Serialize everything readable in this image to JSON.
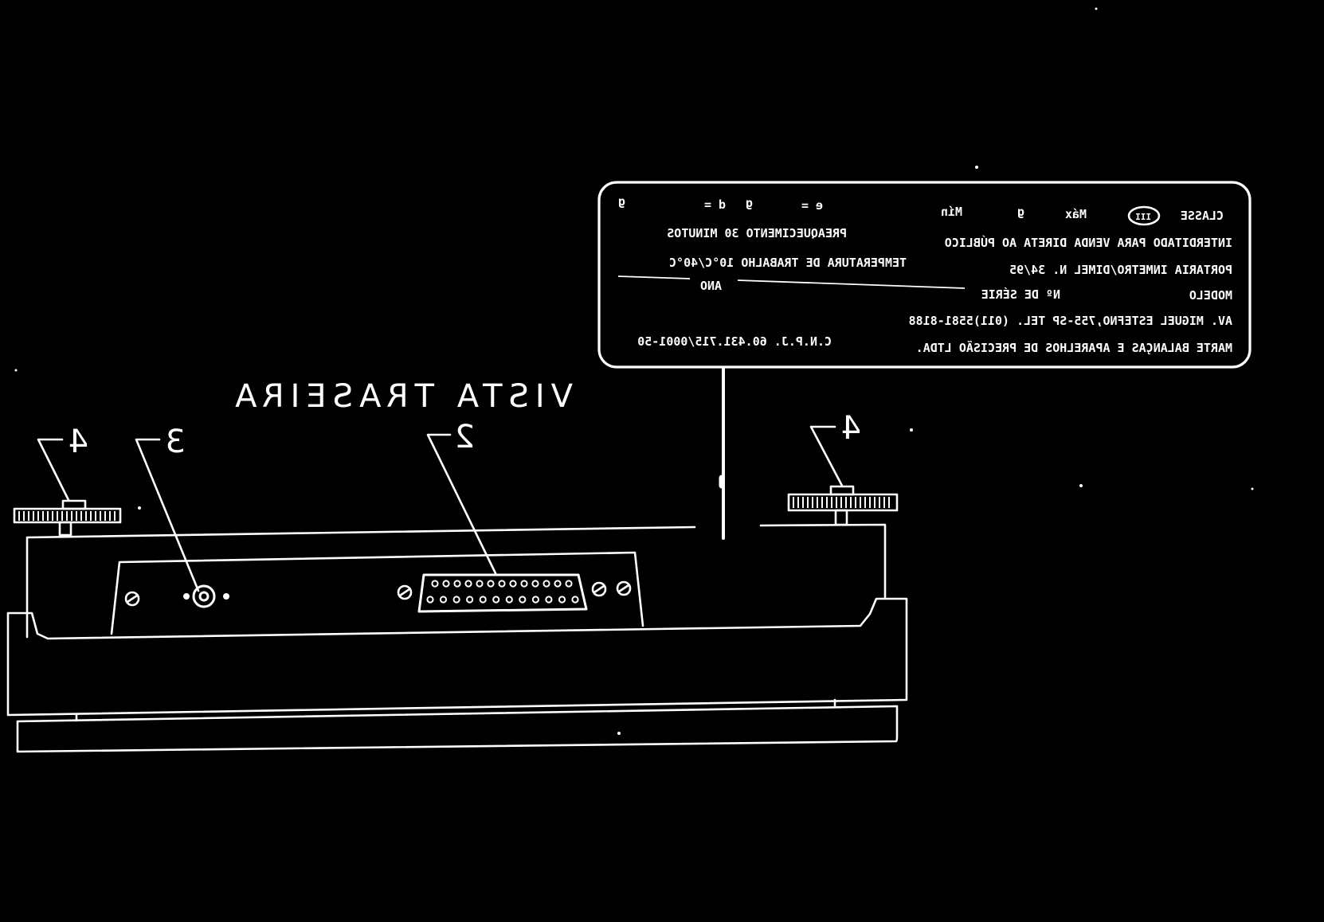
{
  "title": "VISTA TRASEIRA",
  "callouts": {
    "c4_left": "4",
    "c3": "3",
    "c2": "2",
    "c4_right": "4"
  },
  "plate": {
    "classe": "CLASSE",
    "classe_mark": "III",
    "max": "Máx",
    "max_val": "g",
    "min": "Mín",
    "e_label": "e =",
    "e_val": "g",
    "d_label": "d =",
    "d_val": "g",
    "line2_left": "INTERDITADO PARA VENDA DIRETA AO PÚBLICO",
    "line2_right": "PREAQUECIMENTO 30 MINUTOS",
    "line3_left": "PORTARIA INMETRO/DIMEL N. 34/95",
    "line3_right": "TEMPERATURA DE TRABALHO 10°C/40°C",
    "modelo": "MODELO",
    "serie": "Nº DE SÉRIE",
    "ano": "ANO",
    "line5": "AV. MIGUEL ESTEFNO,755-SP TEL. (011)5581-8188",
    "line6_left": "MARTE BALANÇAS E APARELHOS DE PRECISÃO LTDA.",
    "line6_right": "C.N.P.J. 60.431.715/0001-50"
  }
}
